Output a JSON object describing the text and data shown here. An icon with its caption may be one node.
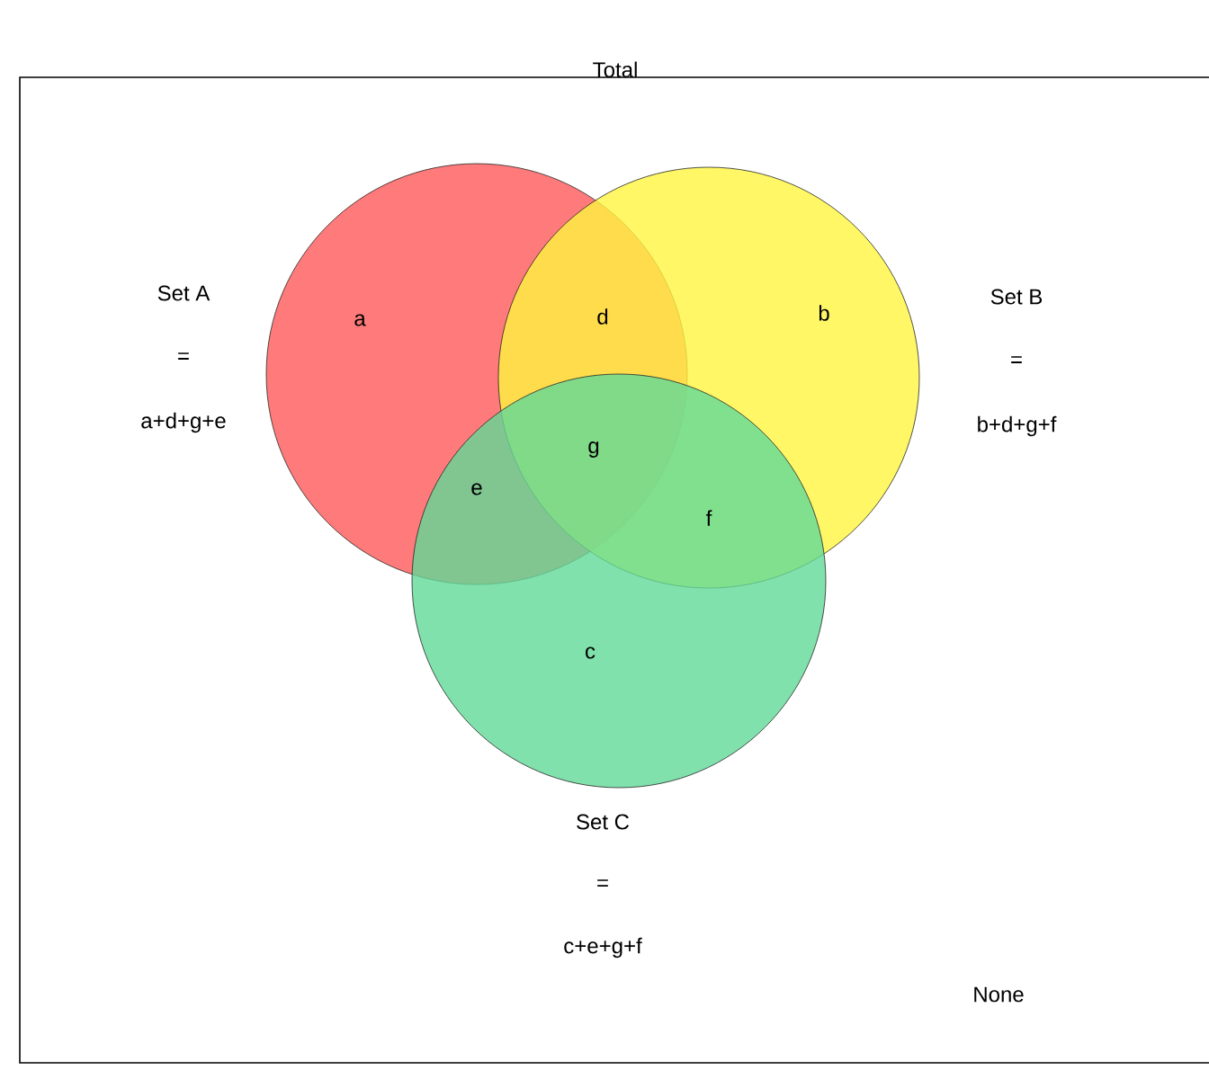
{
  "diagram": {
    "nodes": [
      {
        "text": [
          "Total",
          "None"
        ]
      },
      {
        "text": [],
        "shape": "circle",
        "in": 0,
        "beside": [
          "Set A",
          "=",
          "a+d+g+e"
        ]
      },
      {
        "text": [],
        "shape": "circle",
        "in": 0,
        "beside": [
          "Set B",
          "=",
          "b+d+g+f"
        ]
      },
      {
        "text": [],
        "shape": "circle",
        "in": 0,
        "beside": [
          "Set C",
          "=",
          "c+e+g+f"
        ]
      }
    ],
    "labels": [
      "a",
      "d",
      "b",
      "g",
      "e",
      "f",
      "c"
    ]
  }
}
